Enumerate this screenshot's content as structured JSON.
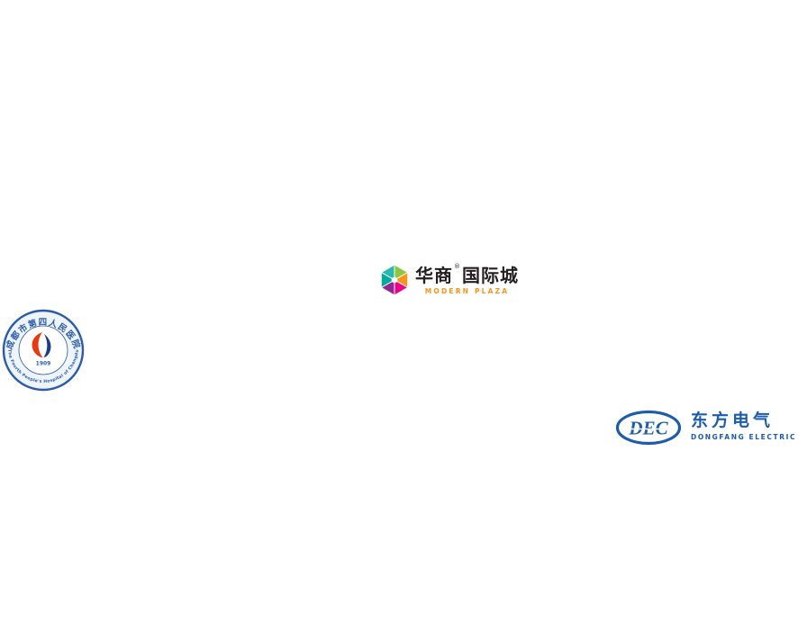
{
  "page": {
    "background_color": "#ffffff"
  },
  "logos": {
    "hospital": {
      "top_arc_text": "成都市第四人民医院",
      "bottom_arc_text": "The Fourth People's Hospital of Chengdu",
      "year": "1909",
      "colors": {
        "ring_blue": "#2a5caa",
        "fill_light": "#eef4fa",
        "mark_red": "#e8380d",
        "mark_navy": "#1b3c87"
      }
    },
    "modern_plaza": {
      "chinese_name_part1": "华商",
      "registered_mark": "®",
      "chinese_name_part2": "国际城",
      "english_name": "MODERN PLAZA",
      "colors": {
        "text_black": "#231f20",
        "english_orange": "#f7941d"
      },
      "petal_colors": [
        "#29b8b0",
        "#8dc63f",
        "#f7941d",
        "#ec008c",
        "#93278f",
        "#00a99d"
      ]
    },
    "dec": {
      "abbr": "DEC",
      "chinese_name": "东方电气",
      "english_name": "DONGFANG ELECTRIC",
      "colors": {
        "blue": "#1d5caa"
      }
    }
  }
}
